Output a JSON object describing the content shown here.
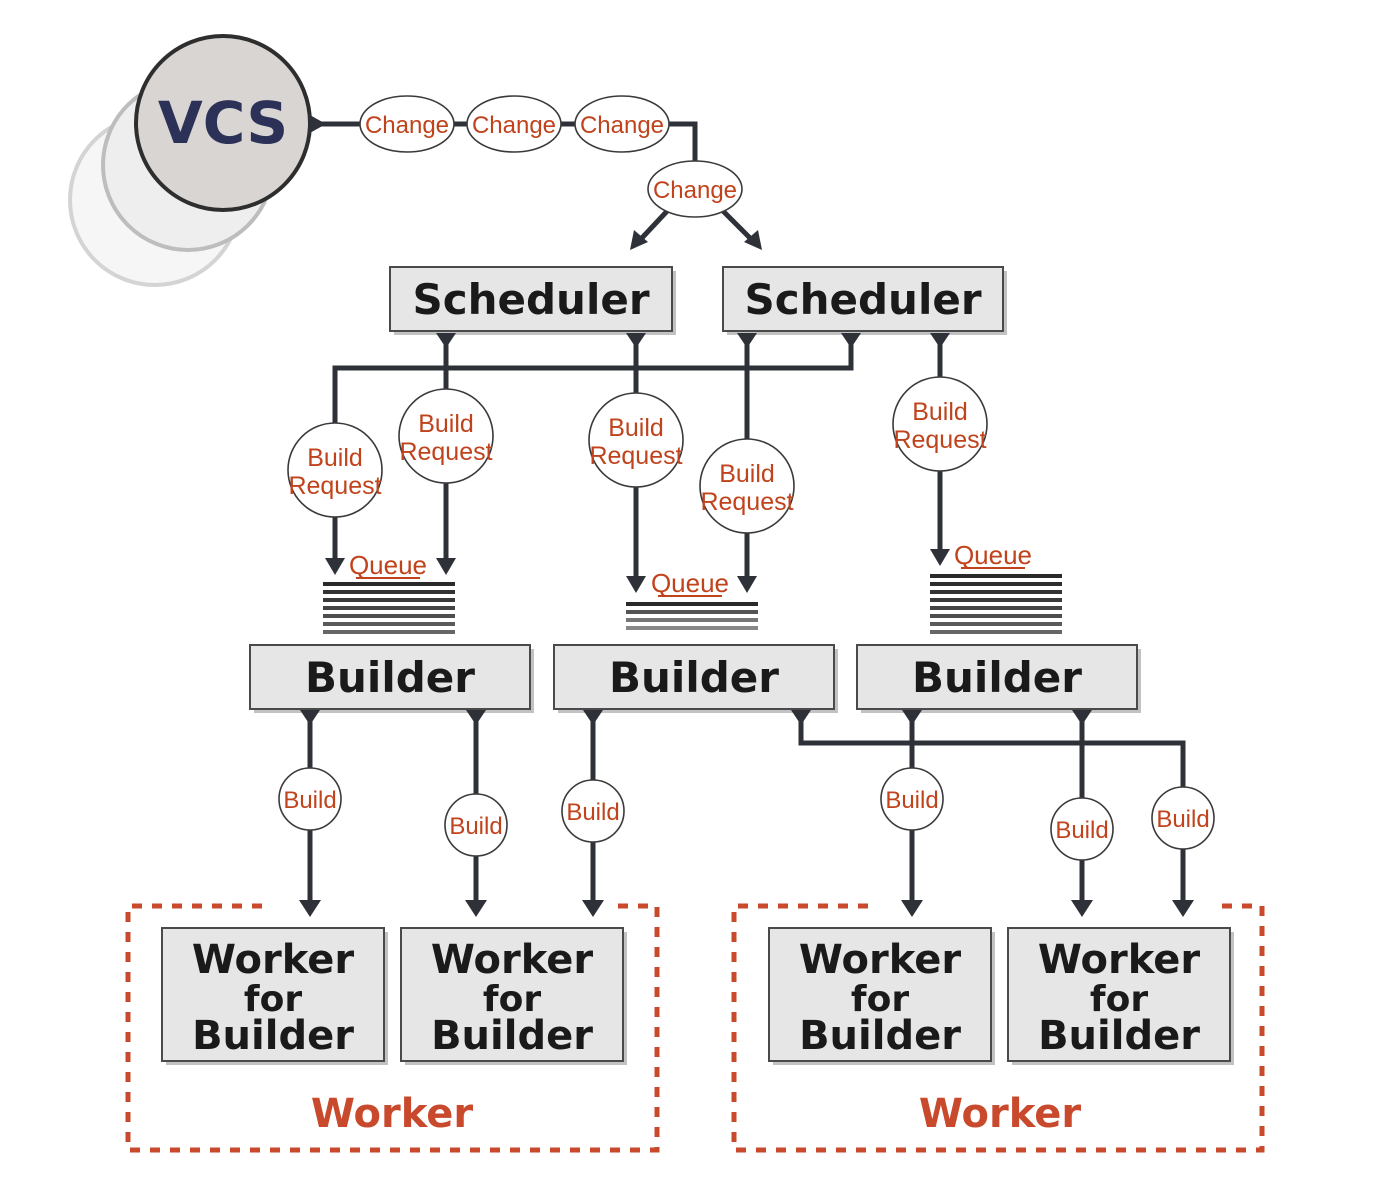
{
  "vcs": {
    "label": "VCS"
  },
  "change_labels": [
    "Change",
    "Change",
    "Change",
    "Change"
  ],
  "schedulers": [
    {
      "label": "Scheduler"
    },
    {
      "label": "Scheduler"
    }
  ],
  "build_requests": [
    {
      "line1": "Build",
      "line2": "Request"
    },
    {
      "line1": "Build",
      "line2": "Request"
    },
    {
      "line1": "Build",
      "line2": "Request"
    },
    {
      "line1": "Build",
      "line2": "Request"
    },
    {
      "line1": "Build",
      "line2": "Request"
    }
  ],
  "queues": [
    {
      "label": "Queue"
    },
    {
      "label": "Queue"
    },
    {
      "label": "Queue"
    }
  ],
  "builders": [
    {
      "label": "Builder"
    },
    {
      "label": "Builder"
    },
    {
      "label": "Builder"
    }
  ],
  "build_labels": [
    "Build",
    "Build",
    "Build",
    "Build",
    "Build",
    "Build"
  ],
  "workers_for_builder": [
    {
      "line1": "Worker",
      "line2": "for",
      "line3": "Builder"
    },
    {
      "line1": "Worker",
      "line2": "for",
      "line3": "Builder"
    },
    {
      "line1": "Worker",
      "line2": "for",
      "line3": "Builder"
    },
    {
      "line1": "Worker",
      "line2": "for",
      "line3": "Builder"
    }
  ],
  "workers": [
    {
      "label": "Worker"
    },
    {
      "label": "Worker"
    }
  ],
  "colors": {
    "accent": "#c8492b",
    "wire": "#2e3138",
    "box": "#e6e6e6",
    "vcs_text": "#2c3257"
  }
}
